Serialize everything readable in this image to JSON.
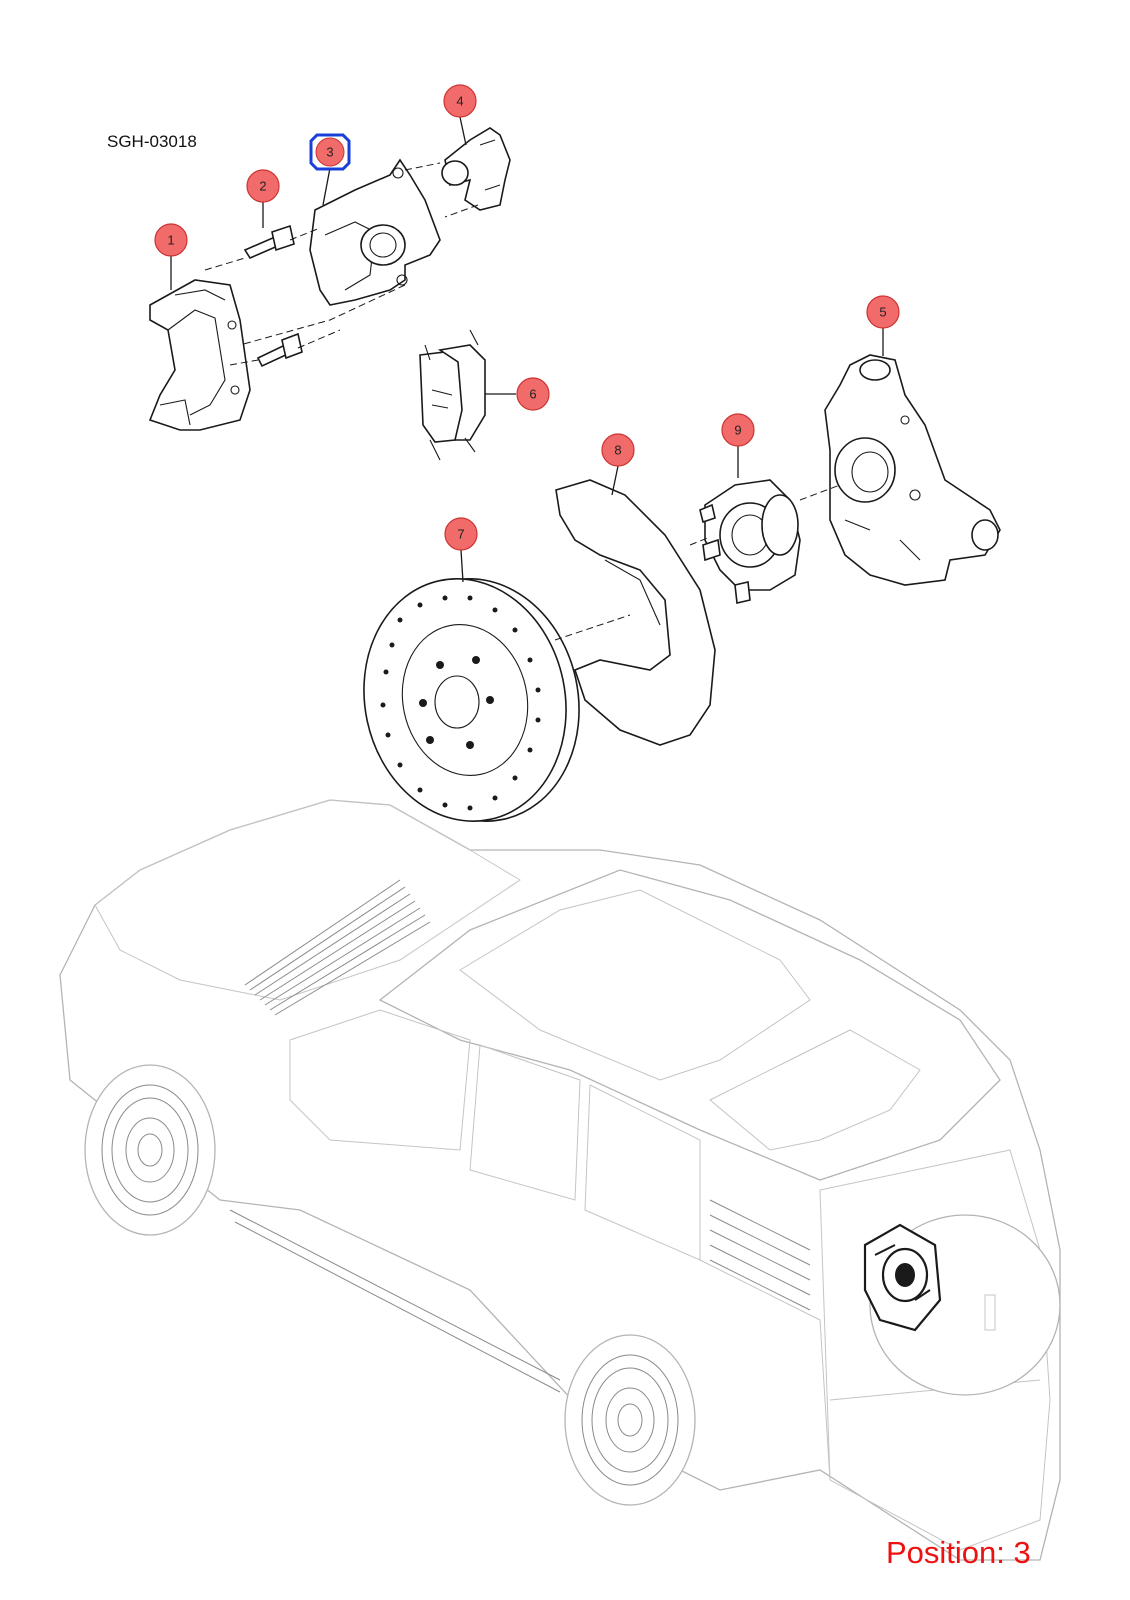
{
  "reference_code": "SGH-03018",
  "position_label": "Position: 3",
  "highlight_color": "#1a3fd8",
  "callout_fill": "#f26b6b",
  "selected_callout": "3",
  "callouts": [
    {
      "num": "1",
      "part": "caliper-bracket"
    },
    {
      "num": "2",
      "part": "guide-pin-bolt"
    },
    {
      "num": "3",
      "part": "brake-caliper"
    },
    {
      "num": "4",
      "part": "brake-hose"
    },
    {
      "num": "5",
      "part": "steering-knuckle"
    },
    {
      "num": "6",
      "part": "brake-pad-set"
    },
    {
      "num": "7",
      "part": "brake-disc"
    },
    {
      "num": "8",
      "part": "dust-shield"
    },
    {
      "num": "9",
      "part": "wheel-hub"
    }
  ]
}
